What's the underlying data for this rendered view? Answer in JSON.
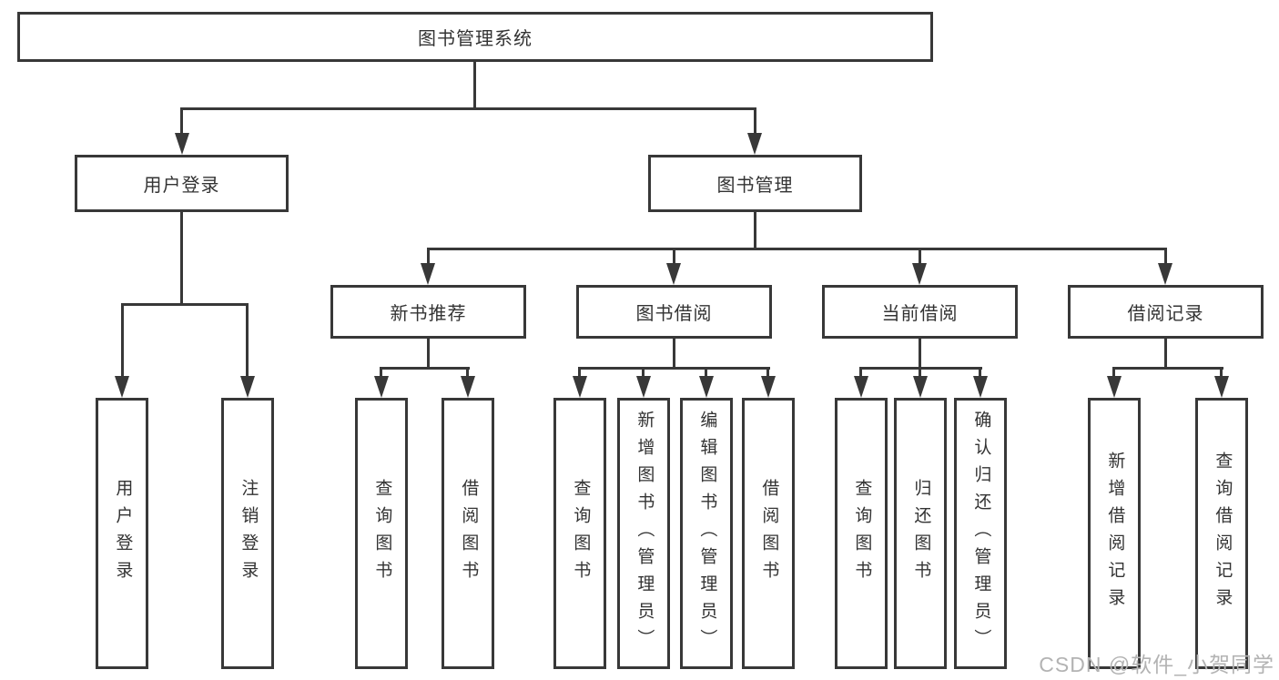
{
  "tree": {
    "root": {
      "label": "图书管理系统"
    },
    "branches": [
      {
        "label": "用户登录",
        "children": [
          {
            "label": "用户登录"
          },
          {
            "label": "注销登录"
          }
        ]
      },
      {
        "label": "图书管理",
        "groups": [
          {
            "label": "新书推荐",
            "children": [
              {
                "label": "查询图书"
              },
              {
                "label": "借阅图书"
              }
            ]
          },
          {
            "label": "图书借阅",
            "children": [
              {
                "label": "查询图书"
              },
              {
                "label": "新增图书（管理员）"
              },
              {
                "label": "编辑图书（管理员）"
              },
              {
                "label": "借阅图书"
              }
            ]
          },
          {
            "label": "当前借阅",
            "children": [
              {
                "label": "查询图书"
              },
              {
                "label": "归还图书"
              },
              {
                "label": "确认归还（管理员）"
              }
            ]
          },
          {
            "label": "借阅记录",
            "children": [
              {
                "label": "新增借阅记录"
              },
              {
                "label": "查询借阅记录"
              }
            ]
          }
        ]
      }
    ]
  },
  "watermark": {
    "text": "CSDN @软件_小贺同学"
  },
  "colors": {
    "line": "#383838",
    "text": "#333333",
    "watermark": "#b3b3b3",
    "background": "#ffffff"
  }
}
